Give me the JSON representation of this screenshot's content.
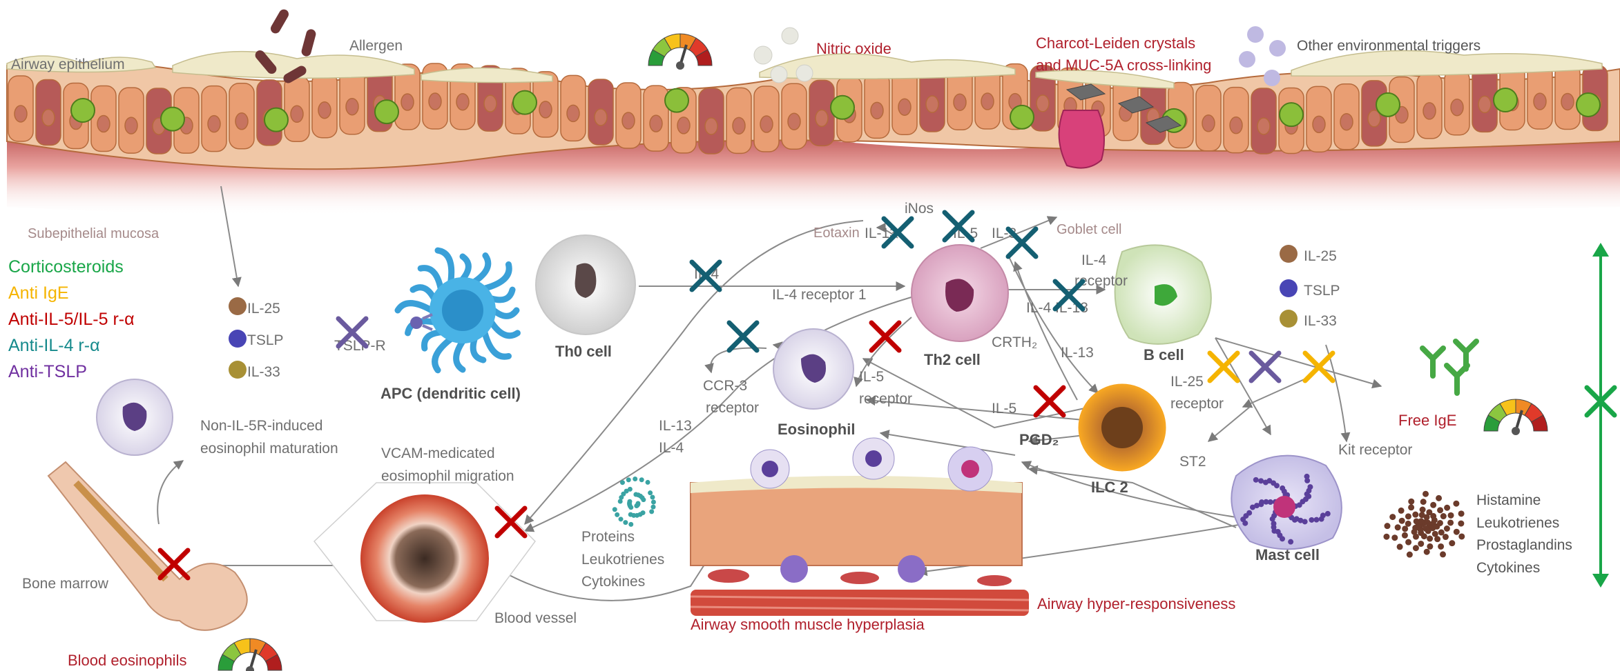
{
  "labels": {
    "airway_epithelium": "Airway epithelium",
    "allergen": "Allergen",
    "nitric_oxide": "Nitric oxide",
    "charcot_1": "Charcot-Leiden crystals",
    "charcot_2": "and MUC-5A cross-linking",
    "other_triggers": "Other environmental triggers",
    "subepithelial_mucosa": "Subepithelial mucosa",
    "goblet_cell": "Goblet cell",
    "eotaxin": "Eotaxin",
    "inos": "iNos",
    "il13_top": "IL-13",
    "il5_top": "IL-5",
    "il3_top": "IL-3",
    "il25": "IL-25",
    "tslp": "TSLP",
    "il33": "IL-33",
    "tslp_r": "TSLP-R",
    "apc": "APC (dendritic cell)",
    "th0": "Th0 cell",
    "il4_mid": "IL-4",
    "il4_receptor_1": "IL-4 receptor 1",
    "th2": "Th2 cell",
    "crth2": "CRTH₂",
    "il4_receptor_a": "IL-4",
    "il4_receptor_b": "receptor",
    "il4_il13": "IL-4 IL-13",
    "b_cell": "B cell",
    "il13_mid": "IL-13",
    "il25_r": "IL-25",
    "tslp_r2": "TSLP",
    "il33_r": "IL-33",
    "free_ige": "Free IgE",
    "eosinophil": "Eosinophil",
    "ccr3_a": "CCR-3",
    "ccr3_b": "receptor",
    "il5_rec_a": "IL-5",
    "il5_rec_b": "receptor",
    "il5_mid": "IL-5",
    "pgd2": "PGD₂",
    "ilc2": "ILC 2",
    "il25_rec_a": "IL-25",
    "il25_rec_b": "receptor",
    "st2": "ST2",
    "kit_receptor": "Kit receptor",
    "mast_cell": "Mast cell",
    "histamine": "Histamine",
    "leukotrienes": "Leukotrienes",
    "prostaglandins": "Prostaglandins",
    "cytokines": "Cytokines",
    "non_il5_a": "Non-IL-5R-induced",
    "non_il5_b": "eosinophil maturation",
    "vcam_a": "VCAM-medicated",
    "vcam_b": "eosimophil migration",
    "il13_low": "IL-13",
    "il4_low": "IL-4",
    "proteins": "Proteins",
    "leukotrienes_low": "Leukotrienes",
    "cytokines_low": "Cytokines",
    "bone_marrow": "Bone marrow",
    "blood_vessel": "Blood vessel",
    "blood_eosinophils": "Blood eosinophils",
    "smooth_muscle": "Airway smooth muscle hyperplasia",
    "hyper_resp": "Airway hyper-responsiveness"
  },
  "legend": [
    {
      "label": "Corticosteroids",
      "color": "#19a648"
    },
    {
      "label": "Anti IgE",
      "color": "#f5b400"
    },
    {
      "label": "Anti-IL-5/IL-5 r-α",
      "color": "#c00000"
    },
    {
      "label": "Anti-IL-4 r-α",
      "color": "#168a8c"
    },
    {
      "label": "Anti-TSLP",
      "color": "#7030a0"
    }
  ],
  "colors": {
    "corticosteroids": "#19a648",
    "anti_ige": "#f5b400",
    "anti_il5": "#c00000",
    "anti_il4": "#145f72",
    "anti_tslp": "#6a5a9e"
  },
  "icons": [
    "allergen-icon",
    "nitric-oxide-icon",
    "gauge-icon",
    "x-mark-icon",
    "cell-icon",
    "receptor-icon"
  ]
}
